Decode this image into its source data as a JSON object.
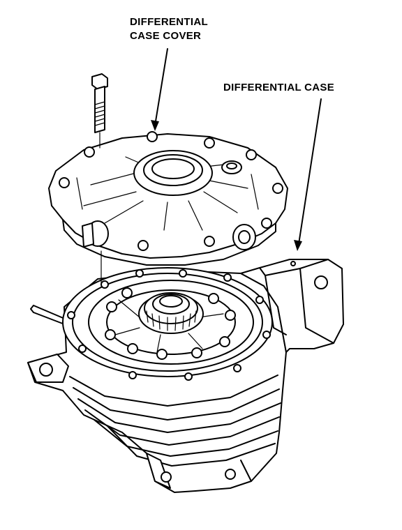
{
  "labels": {
    "cover_line1": "DIFFERENTIAL",
    "cover_line2": "CASE COVER",
    "case": "DIFFERENTIAL CASE"
  }
}
